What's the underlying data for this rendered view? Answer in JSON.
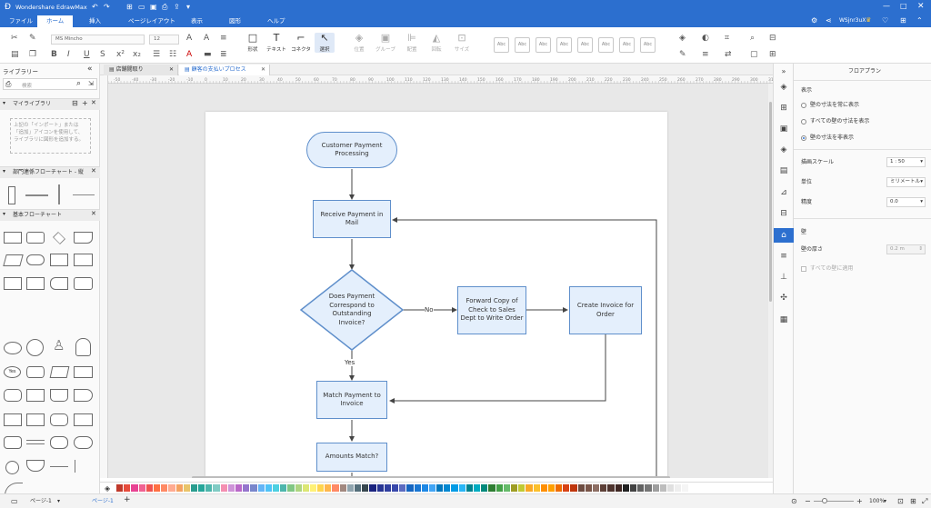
{
  "app": {
    "title": "Wondershare EdrawMax",
    "user": "WSjnr3uX"
  },
  "menu": [
    "ファイル",
    "ホーム",
    "挿入",
    "ページレイアウト",
    "表示",
    "図形",
    "ヘルプ"
  ],
  "toolbar": {
    "font": "MS Mincho",
    "size": "12",
    "tools": [
      "形状",
      "テキスト",
      "コネクタ",
      "選択"
    ],
    "arrange": [
      "位置",
      "グループ",
      "配置",
      "回転",
      "サイズ"
    ],
    "style_label": "Abc"
  },
  "library": {
    "title": "ライブラリー",
    "search_placeholder": "検索",
    "my_library": "マイライブラリ",
    "hint": "上記の「インポート」または「追加」アイコンを使用して、ライブラリに図形を追加する。",
    "sections": [
      "部門連係フローチャート - 縦",
      "基本フローチャート"
    ],
    "yes_shape": "Yes"
  },
  "tabs": [
    {
      "label": "店舗閲取り"
    },
    {
      "label": "顧客の支払いプロセス"
    }
  ],
  "flowchart": {
    "n1": "Customer Payment Processing",
    "n2": "Receive Payment in Mail",
    "n3": "Does Payment Correspond to Outstanding Invoice?",
    "n4": "Forward Copy of Check to Sales Dept to Write Order",
    "n5": "Create Invoice for Order",
    "n6": "Match Payment to Invoice",
    "n7": "Amounts Match?",
    "no": "No",
    "yes": "Yes"
  },
  "panel": {
    "title": "フロアプラン",
    "display": "表示",
    "options": [
      "壁の寸法を常に表示",
      "すべての壁の寸法を表示",
      "壁の寸法を非表示"
    ],
    "selected_option": 2,
    "scale_label": "描画スケール",
    "scale": "1 : 50",
    "unit_label": "単位",
    "unit": "ミリメートル",
    "precision_label": "精度",
    "precision": "0.0",
    "wall": "壁",
    "thickness_label": "壁の厚さ",
    "thickness": "0.2 m",
    "apply_all": "すべての壁に適用"
  },
  "status": {
    "page_tab": "ページ-1",
    "page_current": "ページ-1",
    "zoom": "100%"
  },
  "ruler": {
    "labels": [
      "-50",
      "-40",
      "-30",
      "-20",
      "-10",
      "0",
      "10",
      "20",
      "30",
      "40",
      "50",
      "60",
      "70",
      "80",
      "90",
      "100",
      "110",
      "120",
      "130",
      "140",
      "150",
      "160",
      "170",
      "180",
      "190",
      "200",
      "210",
      "220",
      "230",
      "240",
      "250",
      "260",
      "270",
      "280",
      "290",
      "300",
      "310"
    ]
  },
  "colors": [
    "#c0392b",
    "#e74c3c",
    "#e84393",
    "#f06292",
    "#ef5350",
    "#ff7043",
    "#ff8a65",
    "#ffab91",
    "#f4a261",
    "#e9c46a",
    "#2a9d8f",
    "#26a69a",
    "#4db6ac",
    "#80cbc4",
    "#f48fb1",
    "#ce93d8",
    "#ba68c8",
    "#9575cd",
    "#7986cb",
    "#64b5f6",
    "#4fc3f7",
    "#4dd0e1",
    "#4db6ac",
    "#81c784",
    "#aed581",
    "#dce775",
    "#fff176",
    "#ffd54f",
    "#ffb74d",
    "#ff8a65",
    "#a1887f",
    "#90a4ae",
    "#546e7a",
    "#37474f",
    "#1a237e",
    "#283593",
    "#303f9f",
    "#3949ab",
    "#5c6bc0",
    "#1565c0",
    "#1976d2",
    "#1e88e5",
    "#42a5f5",
    "#0277bd",
    "#0288d1",
    "#039be5",
    "#29b6f6",
    "#00838f",
    "#00acc1",
    "#00897b",
    "#2e7d32",
    "#43a047",
    "#66bb6a",
    "#9e9d24",
    "#c0ca33",
    "#f9a825",
    "#fbc02d",
    "#ff8f00",
    "#ffa000",
    "#ef6c00",
    "#d84315",
    "#bf360c",
    "#6d4c41",
    "#795548",
    "#8d6e63",
    "#5d4037",
    "#4e342e",
    "#3e2723",
    "#212121",
    "#424242",
    "#616161",
    "#757575",
    "#9e9e9e",
    "#bdbdbd",
    "#e0e0e0",
    "#eeeeee",
    "#f5f5f5",
    "#ffffff"
  ]
}
